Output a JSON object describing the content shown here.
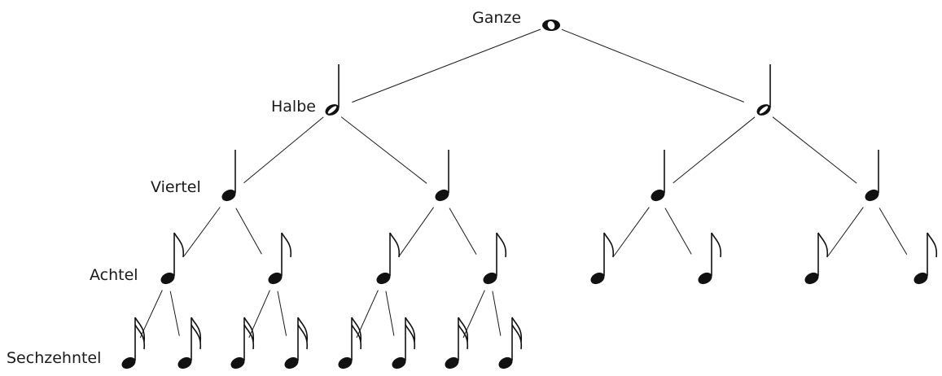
{
  "title": "",
  "levels": [
    {
      "id": "whole",
      "label": "Ganze",
      "note_value": "1/1",
      "count": 1
    },
    {
      "id": "half",
      "label": "Halbe",
      "note_value": "1/2",
      "count": 2
    },
    {
      "id": "quarter",
      "label": "Viertel",
      "note_value": "1/4",
      "count": 4
    },
    {
      "id": "eighth",
      "label": "Achtel",
      "note_value": "1/8",
      "count": 8
    },
    {
      "id": "sixteenth",
      "label": "Sechzehntel",
      "note_value": "1/16",
      "count": 8
    }
  ],
  "colors": {
    "ink": "#111111",
    "edges": "#1a1a1a",
    "background": "#ffffff"
  }
}
